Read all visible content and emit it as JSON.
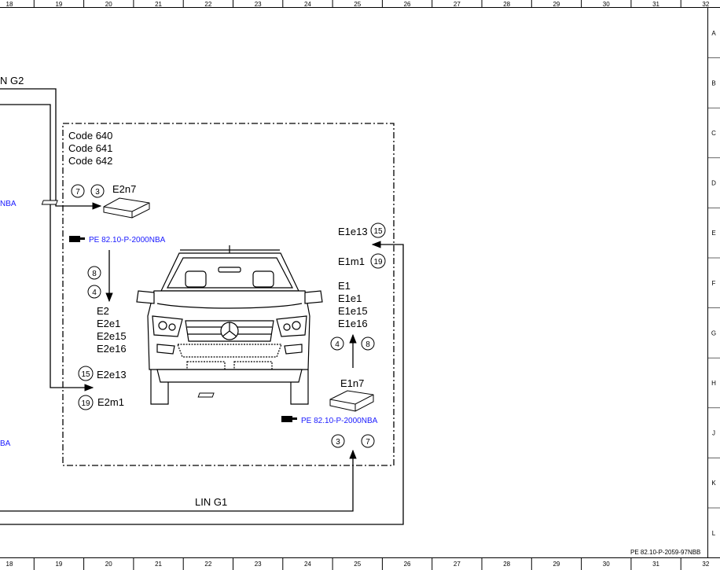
{
  "ruler": {
    "columns": [
      "18",
      "19",
      "20",
      "21",
      "22",
      "23",
      "24",
      "25",
      "26",
      "27",
      "28",
      "29",
      "30",
      "31",
      "32"
    ],
    "rows": [
      "A",
      "B",
      "C",
      "D",
      "E",
      "F",
      "G",
      "H",
      "J",
      "K",
      "L"
    ]
  },
  "document_ref": "PE 82.10-P-2059-97NBB",
  "box": {
    "codes": [
      "Code 640",
      "Code 641",
      "Code 642"
    ]
  },
  "lines": {
    "lin_g2_partial": "N G2",
    "lin_g1": "LIN G1",
    "edge_ref_upper": "NBA",
    "edge_ref_lower": "BA"
  },
  "left": {
    "module_name": "E2n7",
    "module_pins": [
      "7",
      "3"
    ],
    "ref": "PE 82.10-P-2000NBA",
    "arrow_pins": [
      "8",
      "4"
    ],
    "components": [
      "E2",
      "E2e1",
      "E2e15",
      "E2e16"
    ],
    "e2e13_pin": "15",
    "e2e13": "E2e13",
    "e2m1_pin": "19",
    "e2m1": "E2m1"
  },
  "right": {
    "e1e13": "E1e13",
    "e1e13_pin": "15",
    "e1m1": "E1m1",
    "e1m1_pin": "19",
    "components": [
      "E1",
      "E1e1",
      "E1e15",
      "E1e16"
    ],
    "arrow_pins": [
      "4",
      "8"
    ],
    "module_name": "E1n7",
    "ref": "PE 82.10-P-2000NBA",
    "module_pins": [
      "3",
      "7"
    ]
  },
  "colors": {
    "link": "#1a1aff",
    "line": "#000000"
  }
}
